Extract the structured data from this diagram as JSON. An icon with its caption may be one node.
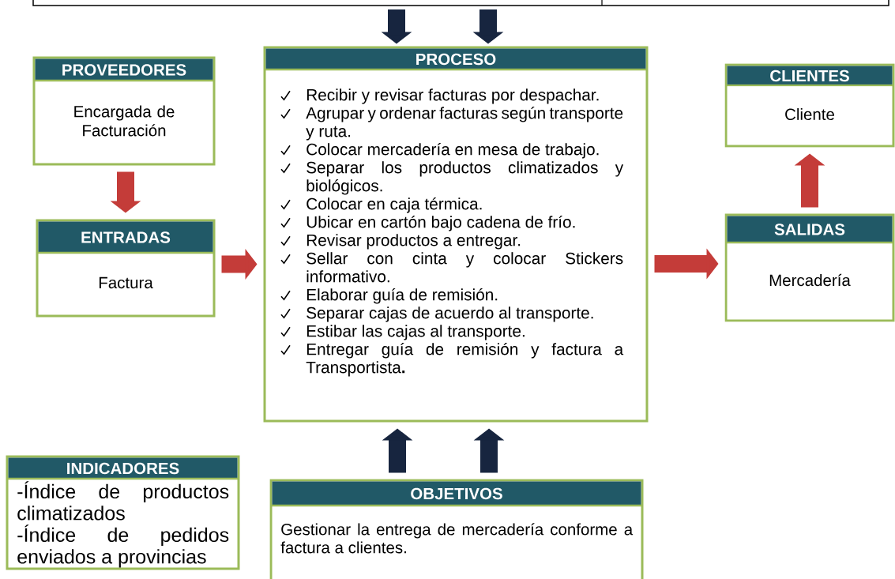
{
  "diagram": {
    "nodes": [
      {
        "text": [
          "PROVEEDORES",
          "Encargada de Facturación"
        ]
      },
      {
        "text": [
          "ENTRADAS",
          "Factura"
        ]
      },
      {
        "text": [
          "PROCESO",
          "Recibir y revisar facturas por despachar.",
          "Agrupar y ordenar facturas según transporte y ruta.",
          "Colocar mercadería en mesa de trabajo.",
          "Separar los productos climatizados y biológicos.",
          "Colocar en caja térmica.",
          "Ubicar en cartón bajo cadena de frío.",
          "Revisar productos a entregar.",
          "Sellar con cinta y colocar Stickers informativo.",
          "Elaborar guía de remisión.",
          "Separar cajas de acuerdo al transporte.",
          "Estibar las cajas al transporte.",
          "Entregar guía de remisión y factura a Transportista**.**"
        ]
      },
      {
        "text": [
          "SALIDAS",
          "Mercadería"
        ]
      },
      {
        "text": [
          "CLIENTES",
          "Cliente"
        ]
      },
      {
        "text": [
          "INDICADORES",
          "-Índice de productos climatizados",
          "-Índice de pedidos enviados a provincias"
        ]
      },
      {
        "text": [
          "OBJETIVOS",
          "Gestionar la entrega de mercadería conforme a factura a clientes."
        ]
      }
    ],
    "edges": [
      {
        "from": 0,
        "to": 1,
        "arrow": "to"
      },
      {
        "from": 1,
        "to": 2,
        "arrow": "to"
      },
      {
        "from": 2,
        "to": 3,
        "arrow": "to"
      },
      {
        "from": 3,
        "to": 4,
        "arrow": "to"
      },
      {
        "from": null,
        "to": 2,
        "arrow": "to",
        "color": "#17253f"
      },
      {
        "from": null,
        "to": 2,
        "arrow": "to",
        "color": "#17253f"
      },
      {
        "from": 6,
        "to": 2,
        "arrow": "to",
        "color": "#17253f"
      },
      {
        "from": 6,
        "to": 2,
        "arrow": "to",
        "color": "#17253f"
      }
    ]
  }
}
